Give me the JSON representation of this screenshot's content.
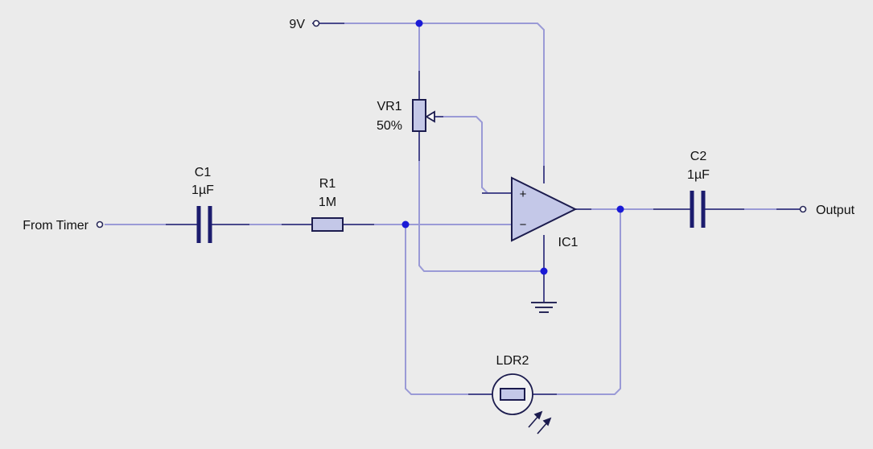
{
  "terminals": {
    "supply": "9V",
    "input": "From Timer",
    "output": "Output"
  },
  "components": {
    "c1": {
      "ref": "C1",
      "value": "1µF"
    },
    "r1": {
      "ref": "R1",
      "value": "1M"
    },
    "vr1": {
      "ref": "VR1",
      "value": "50%"
    },
    "c2": {
      "ref": "C2",
      "value": "1µF"
    },
    "ic1": {
      "ref": "IC1",
      "plus": "+",
      "minus": "−"
    },
    "ldr2": {
      "ref": "LDR2"
    }
  },
  "colors": {
    "wire": "#9a9ad6",
    "component_fill": "#c4c8e8",
    "junction": "#1a1ad6",
    "background": "#ebebeb"
  }
}
